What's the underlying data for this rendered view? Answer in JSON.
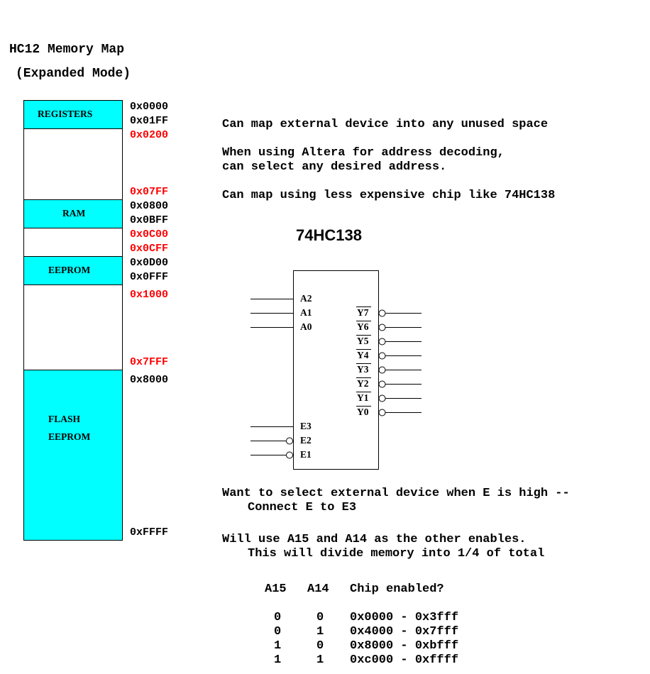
{
  "title": {
    "line1": "HC12 Memory Map",
    "line2": "(Expanded Mode)"
  },
  "memory_map": {
    "fill_color": "#00ffff",
    "blocks": [
      {
        "label": "REGISTERS",
        "start": "0x0000",
        "end": "0x01FF",
        "filled": true
      },
      {
        "label": "",
        "start": "0x0200",
        "end": "0x07FF",
        "filled": false
      },
      {
        "label": "RAM",
        "start": "0x0800",
        "end": "0x0BFF",
        "filled": true
      },
      {
        "label": "",
        "start": "0x0C00",
        "end": "0x0CFF",
        "filled": false
      },
      {
        "label": "EEPROM",
        "start": "0x0D00",
        "end": "0x0FFF",
        "filled": true
      },
      {
        "label": "",
        "start": "0x1000",
        "end": "0x7FFF",
        "filled": false
      },
      {
        "label_line1": "FLASH",
        "label_line2": "EEPROM",
        "start": "0x8000",
        "end": "0xFFFF",
        "filled": true
      }
    ],
    "addresses": {
      "a0000": "0x0000",
      "a01FF": "0x01FF",
      "a0200": "0x0200",
      "a07FF": "0x07FF",
      "a0800": "0x0800",
      "a0BFF": "0x0BFF",
      "a0C00": "0x0C00",
      "a0CFF": "0x0CFF",
      "a0D00": "0x0D00",
      "a0FFF": "0x0FFF",
      "a1000": "0x1000",
      "a7FFF": "0x7FFF",
      "a8000": "0x8000",
      "aFFFF": "0xFFFF"
    },
    "unused_color": "#ff0000"
  },
  "notes": {
    "n1": "Can map external device into any unused space",
    "n2a": "When using Altera for address decoding,",
    "n2b": "can select any desired address.",
    "n3": "Can map using less expensive chip like 74HC138"
  },
  "chip": {
    "name": "74HC138",
    "inputs": [
      "A2",
      "A1",
      "A0"
    ],
    "outputs": [
      "Y7",
      "Y6",
      "Y5",
      "Y4",
      "Y3",
      "Y2",
      "Y1",
      "Y0"
    ],
    "enables": [
      "E3",
      "E2",
      "E1"
    ]
  },
  "notes2": {
    "n4a": "Want to select external device when E is high --",
    "n4b": "Connect E to E3",
    "n5a": "Will use A15 and A14 as the other enables.",
    "n5b": "This will divide memory into 1/4 of total"
  },
  "table": {
    "headers": [
      "A15",
      "A14",
      "Chip enabled?"
    ],
    "rows": [
      {
        "a15": "0",
        "a14": "0",
        "range": "0x0000 - 0x3fff"
      },
      {
        "a15": "0",
        "a14": "1",
        "range": "0x4000 - 0x7fff"
      },
      {
        "a15": "1",
        "a14": "0",
        "range": "0x8000 - 0xbfff"
      },
      {
        "a15": "1",
        "a14": "1",
        "range": "0xc000 - 0xffff"
      }
    ]
  }
}
